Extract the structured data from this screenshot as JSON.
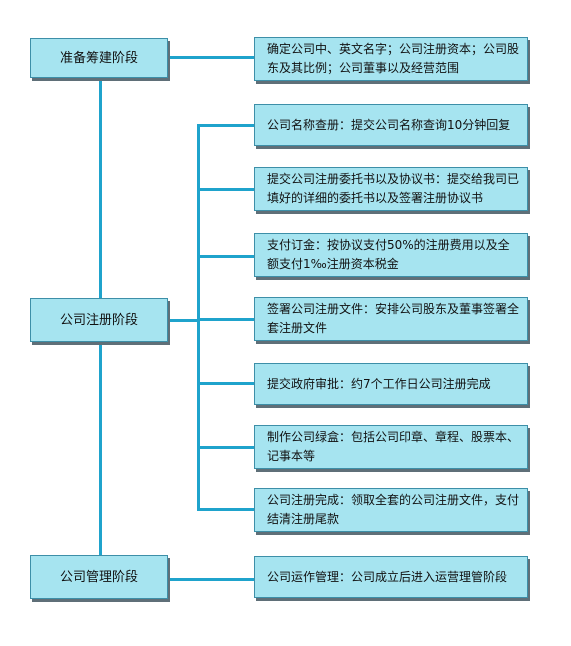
{
  "stages": [
    {
      "id": "prepare",
      "label": "准备筹建阶段"
    },
    {
      "id": "register",
      "label": "公司注册阶段"
    },
    {
      "id": "manage",
      "label": "公司管理阶段"
    }
  ],
  "details": [
    {
      "id": "prepare",
      "text": "确定公司中、英文名字；公司注册资本；公司股东及其比例；公司董事以及经营范围"
    },
    {
      "id": "name-check",
      "text": "公司名称查册：提交公司名称查询10分钟回复"
    },
    {
      "id": "entrust",
      "text": "提交公司注册委托书以及协议书：提交给我司已填好的详细的委托书以及签署注册协议书"
    },
    {
      "id": "deposit",
      "text": "支付订金：按协议支付50%的注册费用以及全额支付1‰注册资本税金"
    },
    {
      "id": "sign",
      "text": "签署公司注册文件：安排公司股东及董事签署全套注册文件"
    },
    {
      "id": "approval",
      "text": "提交政府审批：约7个工作日公司注册完成"
    },
    {
      "id": "seal",
      "text": "制作公司绿盒：包括公司印章、章程、股票本、记事本等"
    },
    {
      "id": "complete",
      "text": "公司注册完成：领取全套的公司注册文件，支付结清注册尾款"
    },
    {
      "id": "operate",
      "text": "公司运作管理：公司成立后进入运营理管阶段"
    }
  ],
  "colors": {
    "box_fill": "#a6e4f0",
    "box_border": "#3d8fa8",
    "connector": "#1fa3cc",
    "shadow": "#5f6f78"
  }
}
